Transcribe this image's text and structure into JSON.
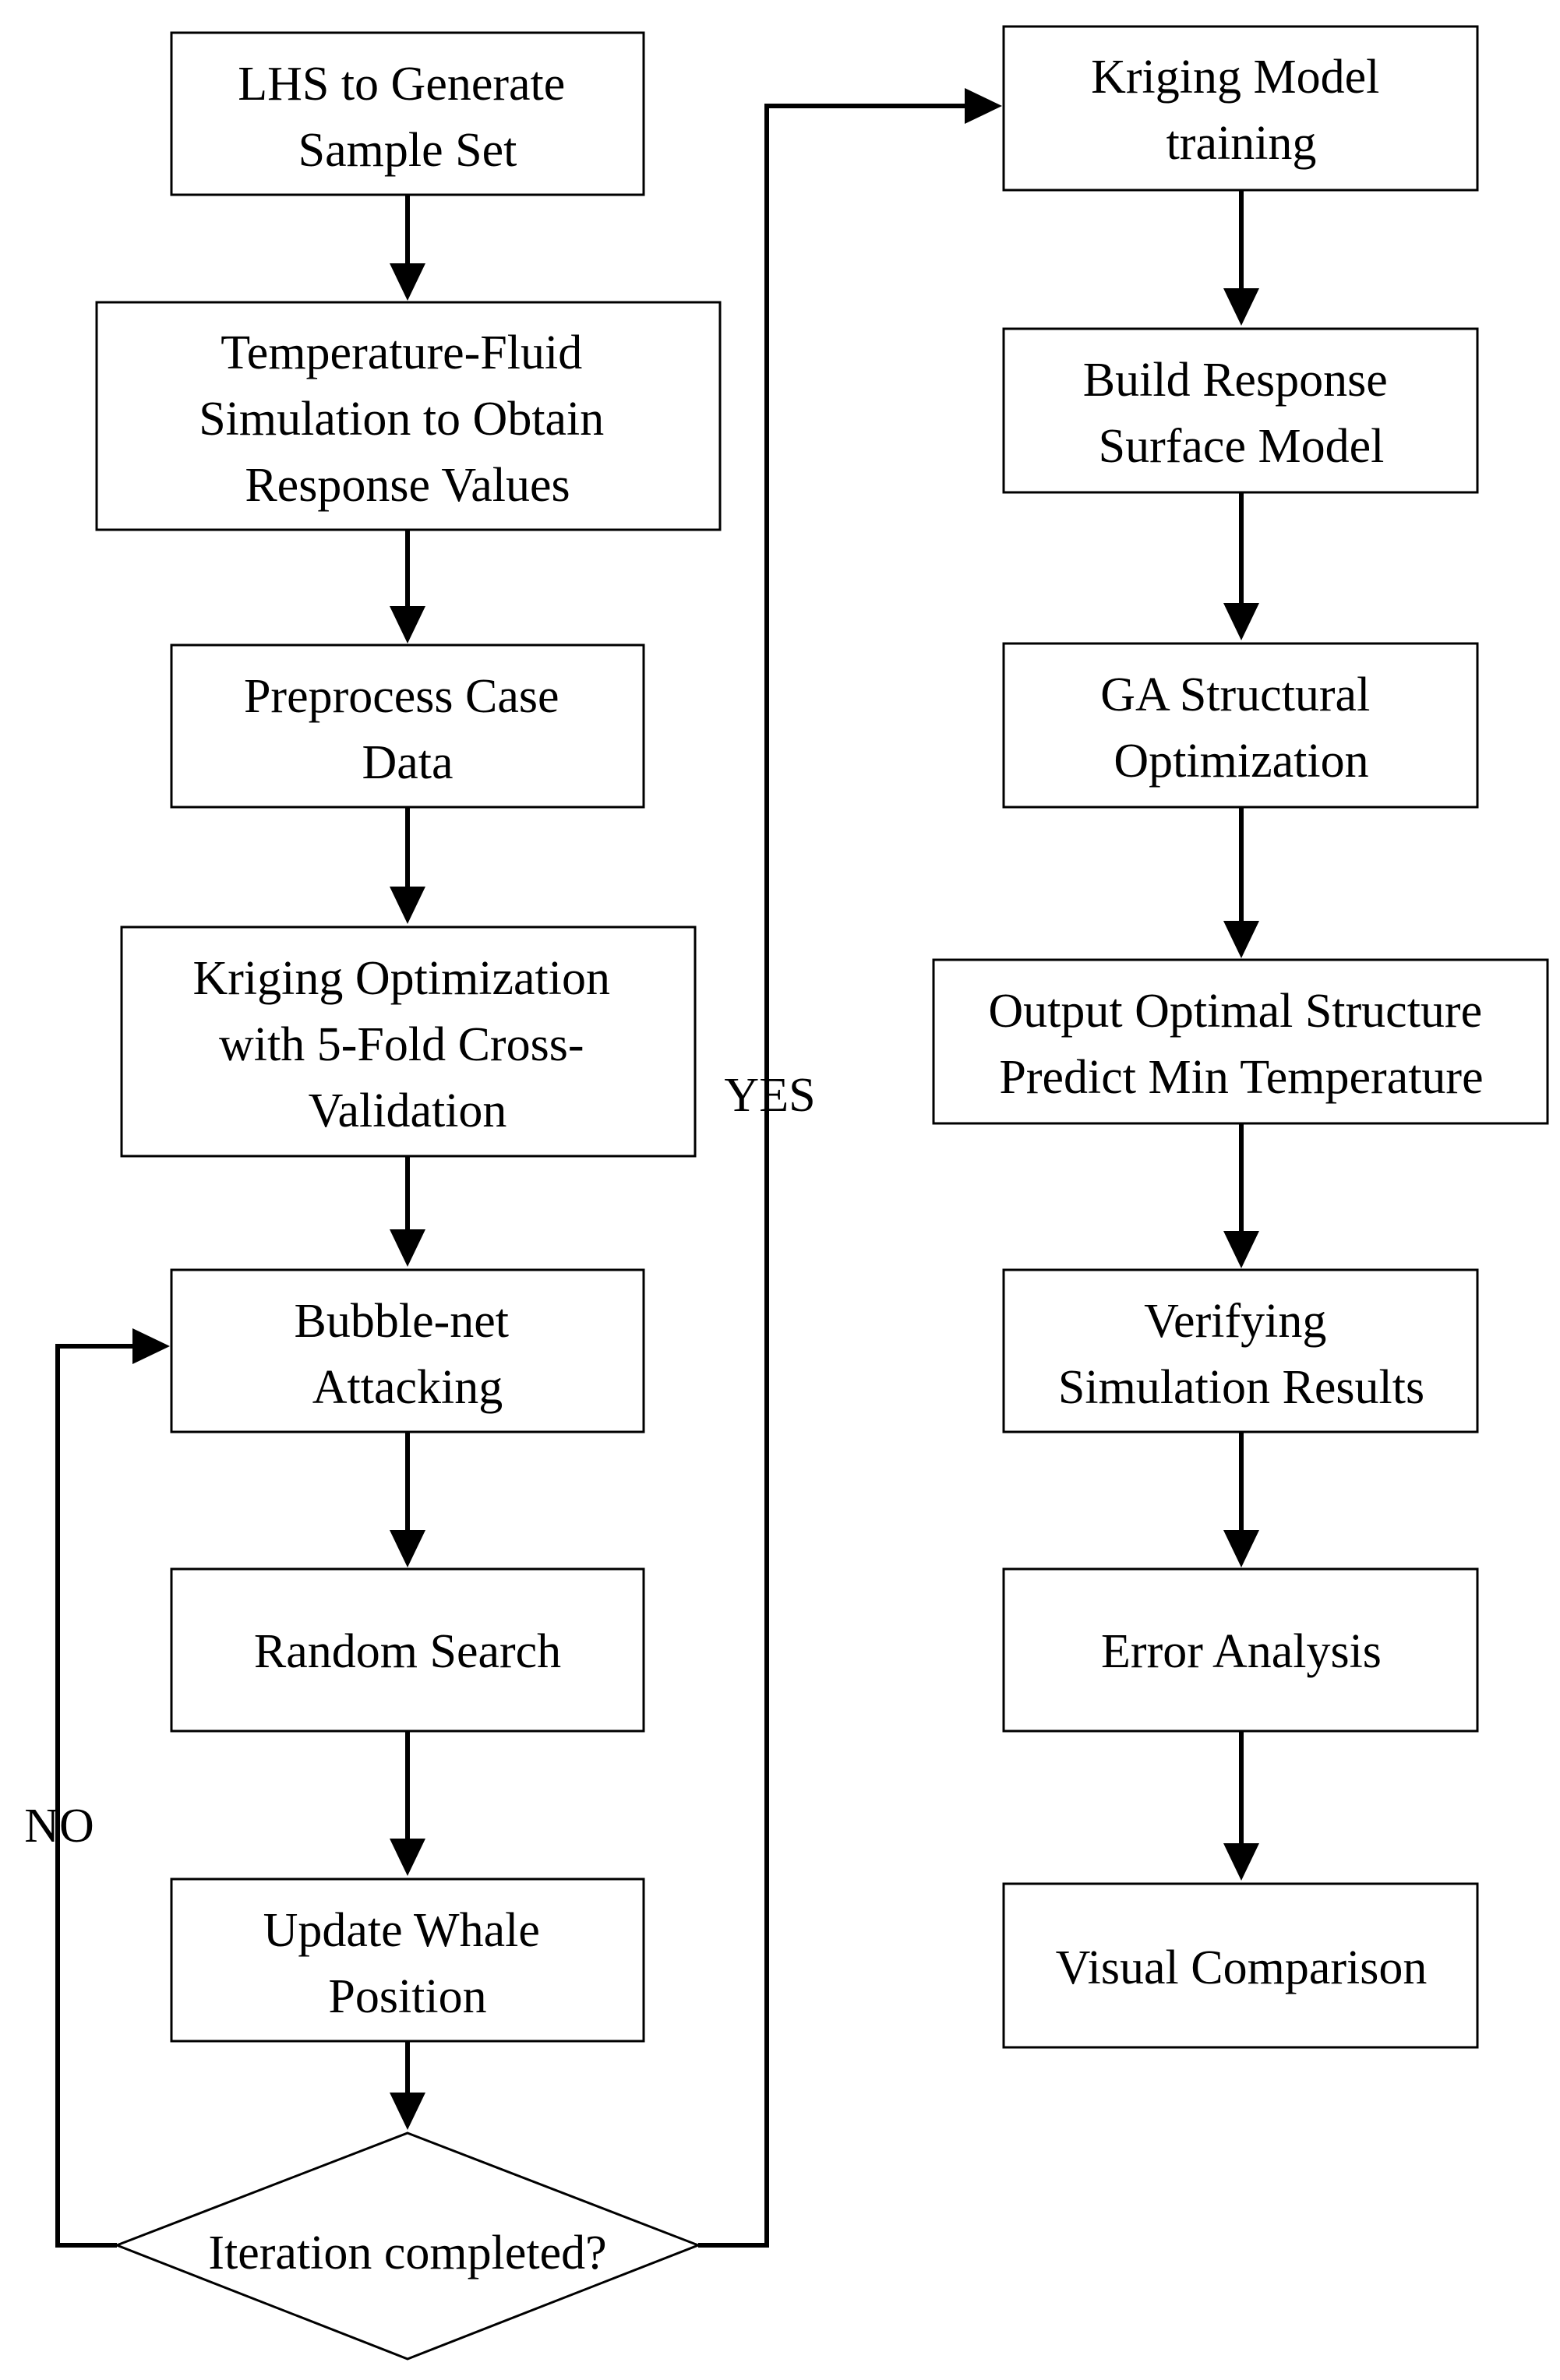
{
  "left_column": [
    {
      "id": "lhs-sampling",
      "lines": [
        "LHS to Generate",
        "Sample Set"
      ]
    },
    {
      "id": "temperature-fluid-simulation",
      "lines": [
        "Temperature-Fluid",
        "Simulation to Obtain",
        "Response Values"
      ]
    },
    {
      "id": "preprocess-case-data",
      "lines": [
        "Preprocess Case",
        "Data"
      ]
    },
    {
      "id": "kriging-optimization",
      "lines": [
        "Kriging Optimization",
        "with 5-Fold Cross-",
        "Validation"
      ]
    },
    {
      "id": "bubble-net-attacking",
      "lines": [
        "Bubble-net",
        "Attacking"
      ]
    },
    {
      "id": "random-search",
      "lines": [
        "Random Search"
      ]
    },
    {
      "id": "update-whale-position",
      "lines": [
        "Update Whale",
        "Position"
      ]
    }
  ],
  "decision": {
    "id": "iteration-completed",
    "label": "Iteration completed?"
  },
  "branch_labels": {
    "no": "NO",
    "yes": "YES"
  },
  "right_column": [
    {
      "id": "kriging-model-training",
      "lines": [
        "Kriging Model",
        "training"
      ]
    },
    {
      "id": "build-response-surface-model",
      "lines": [
        "Build Response",
        "Surface Model"
      ]
    },
    {
      "id": "ga-structural-optimization",
      "lines": [
        "GA Structural",
        "Optimization"
      ]
    },
    {
      "id": "output-optimal-structure",
      "lines": [
        "Output Optimal Structure",
        "Predict Min Temperature"
      ]
    },
    {
      "id": "verifying-simulation-results",
      "lines": [
        "Verifying",
        "Simulation Results"
      ]
    },
    {
      "id": "error-analysis",
      "lines": [
        "Error Analysis"
      ]
    },
    {
      "id": "visual-comparison",
      "lines": [
        "Visual Comparison"
      ]
    }
  ]
}
